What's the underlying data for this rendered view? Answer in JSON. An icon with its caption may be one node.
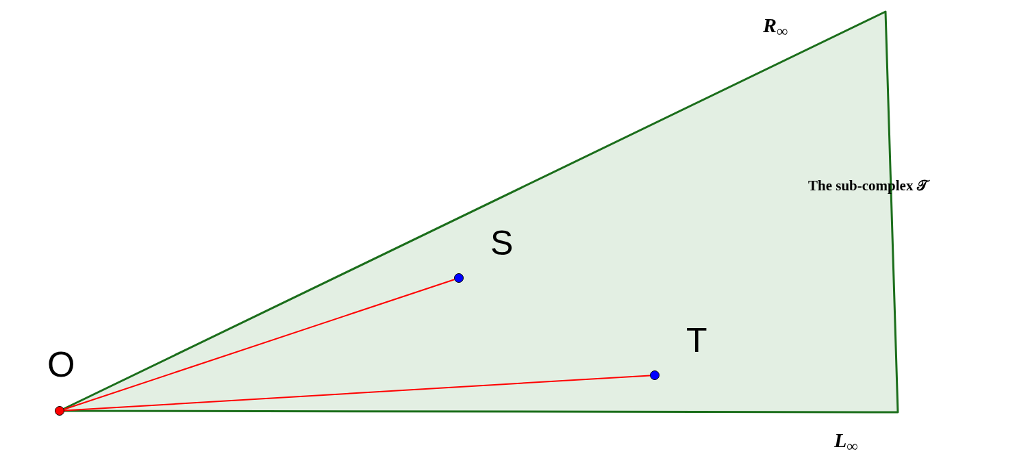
{
  "diagram": {
    "nodes": [
      {
        "text": [
          "The sub-complex 𝒯"
        ]
      },
      {
        "text": [],
        "shape": "circle",
        "beside": [
          "O"
        ]
      },
      {
        "text": [],
        "shape": "circle",
        "beside": [
          "S"
        ],
        "in": 0
      },
      {
        "text": [],
        "shape": "circle",
        "beside": [
          "T"
        ],
        "in": 0
      }
    ],
    "edges": [
      {
        "from": 1,
        "to": 2,
        "arrow": "none"
      },
      {
        "from": 1,
        "to": 3,
        "arrow": "none"
      }
    ],
    "labels": [
      "*R*$_{∞}$",
      "*L*$_{∞}$"
    ]
  }
}
